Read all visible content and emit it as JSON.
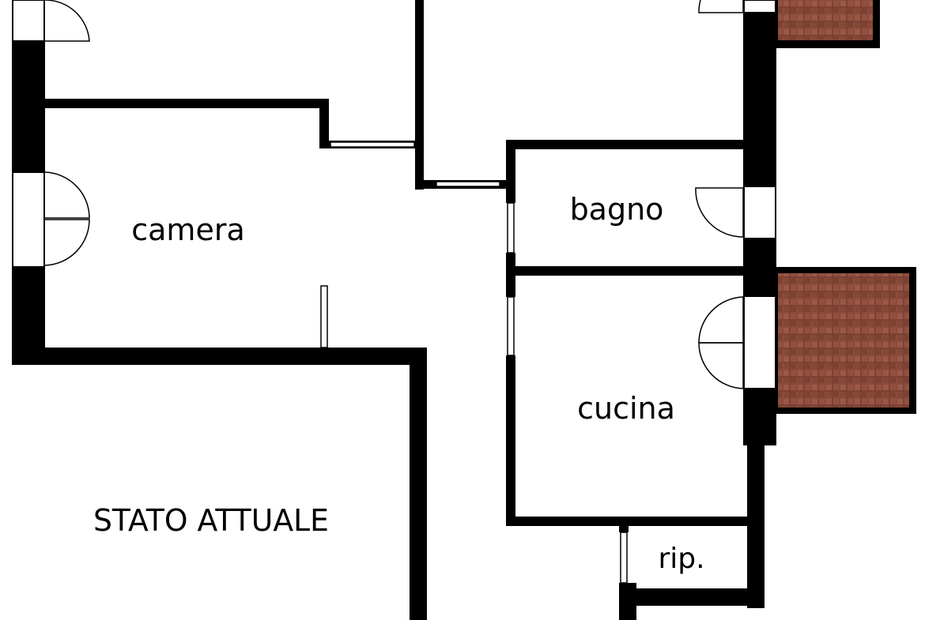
{
  "plan": {
    "rooms": [
      {
        "id": "camera",
        "label": "camera"
      },
      {
        "id": "bagno",
        "label": "bagno"
      },
      {
        "id": "cucina",
        "label": "cucina"
      },
      {
        "id": "ripostiglio",
        "label": "rip."
      }
    ],
    "caption": "STATO ATTUALE"
  },
  "colors": {
    "wall": "#000000",
    "floor": "#ffffff",
    "terrace_tile": "#8a4b3a",
    "terrace_grout": "#6e3a2c",
    "terrace_border": "#000000"
  }
}
